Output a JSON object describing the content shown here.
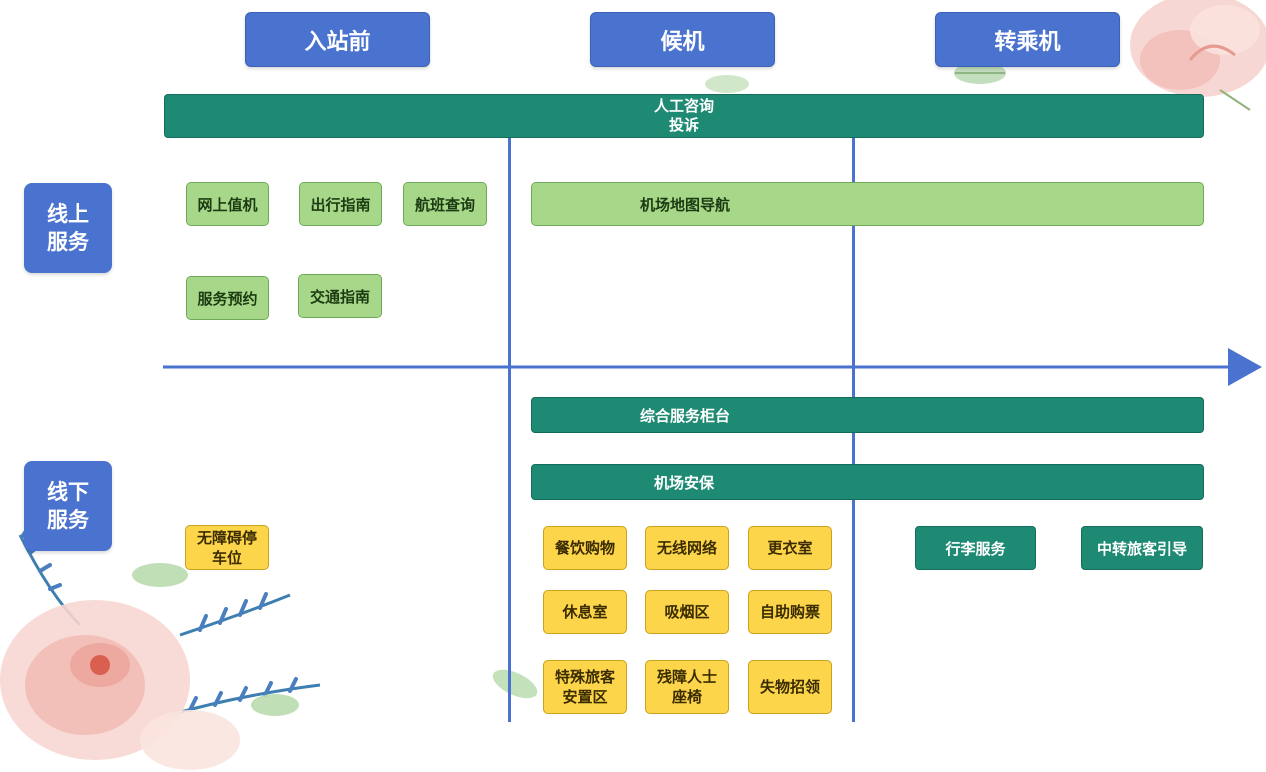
{
  "headers": {
    "before": "入站前",
    "waiting": "候机",
    "transfer": "转乘机"
  },
  "rows": {
    "online": "线上\n服务",
    "offline": "线下\n服务"
  },
  "top_bar": {
    "line1": "人工咨询",
    "line2": "投诉"
  },
  "online_items": {
    "checkin": "网上值机",
    "guide": "出行指南",
    "flight": "航班查询",
    "booking": "服务预约",
    "traffic": "交通指南",
    "map": "机场地图导航"
  },
  "offline_bars": {
    "counter": "综合服务柜台",
    "security": "机场安保"
  },
  "offline_items": {
    "parking": "无障碍停\n车位",
    "dining": "餐饮购物",
    "wifi": "无线网络",
    "changing": "更衣室",
    "lounge": "休息室",
    "smoking": "吸烟区",
    "ticket": "自助购票",
    "special": "特殊旅客\n安置区",
    "disabled_seat": "残障人士\n座椅",
    "lost_found": "失物招领",
    "luggage": "行李服务",
    "transfer_guide": "中转旅客引导"
  },
  "colors": {
    "header_blue": "#4a72cf",
    "teal": "#1f8a73",
    "green": "#a7d889",
    "yellow": "#fdd54a"
  }
}
